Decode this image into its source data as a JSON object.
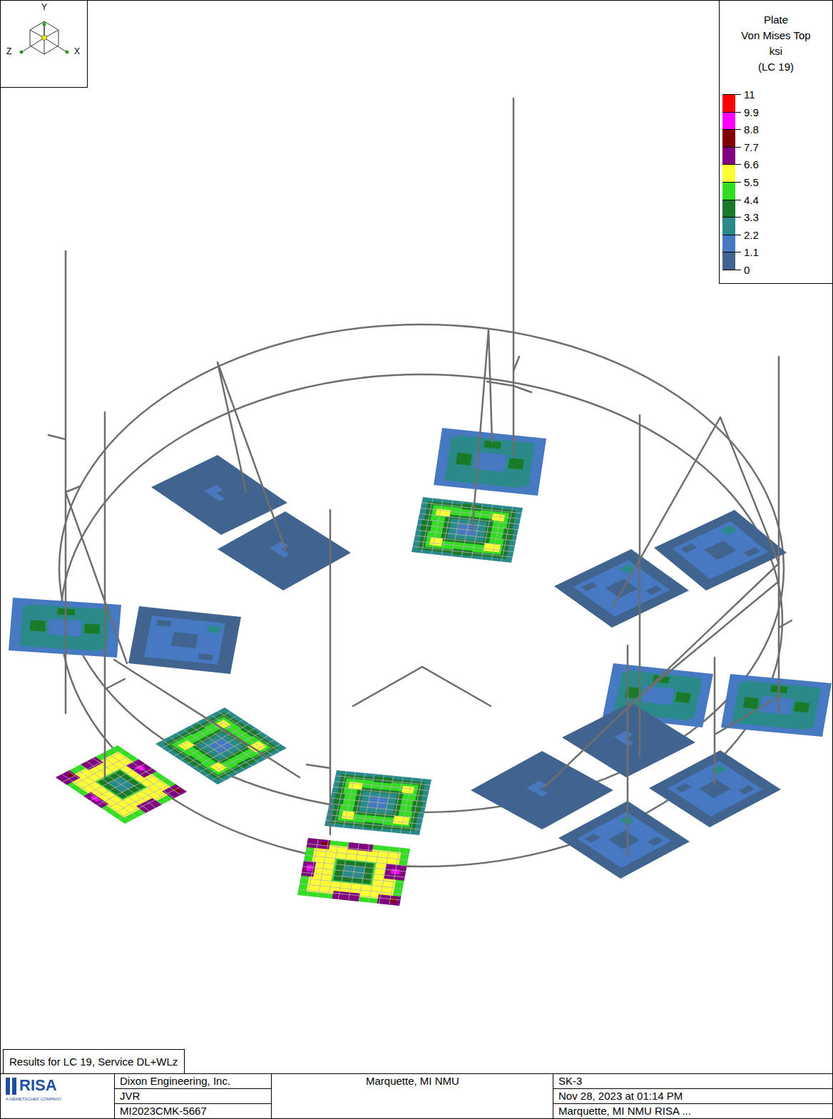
{
  "diagram": {
    "nodes": [
      {
        "text": [
          "Plate",
          "Von Mises Top",
          "ksi",
          "(LC 19)"
        ]
      },
      {
        "text": [
          "Results for LC 19, Service DL+WLz"
        ]
      }
    ],
    "labels": [
      "Y",
      "Z",
      "X",
      "RISA",
      "A NEMETSCHEK COMPANY",
      "Dixon Engineering, Inc.",
      "JVR",
      "MI2023CMK-5667",
      "Marquette, MI NMU",
      "SK-3",
      "Nov 28, 2023 at 01:14 PM",
      "Marquette, MI NMU RISA ..."
    ],
    "legend": [
      {
        "text": "11",
        "color": "#ff0000"
      },
      {
        "text": "9.9",
        "color": "#ff00ff"
      },
      {
        "text": "8.8",
        "color": "#800000"
      },
      {
        "text": "7.7",
        "color": "#800080"
      },
      {
        "text": "6.6",
        "color": "#ffff33"
      },
      {
        "text": "5.5",
        "color": "#33dd22"
      },
      {
        "text": "4.4",
        "color": "#1a7a2a"
      },
      {
        "text": "3.3",
        "color": "#2a8a8a"
      },
      {
        "text": "2.2",
        "color": "#4779c2"
      },
      {
        "text": "1.1",
        "color": "#41648f"
      },
      {
        "text": "0"
      }
    ]
  }
}
